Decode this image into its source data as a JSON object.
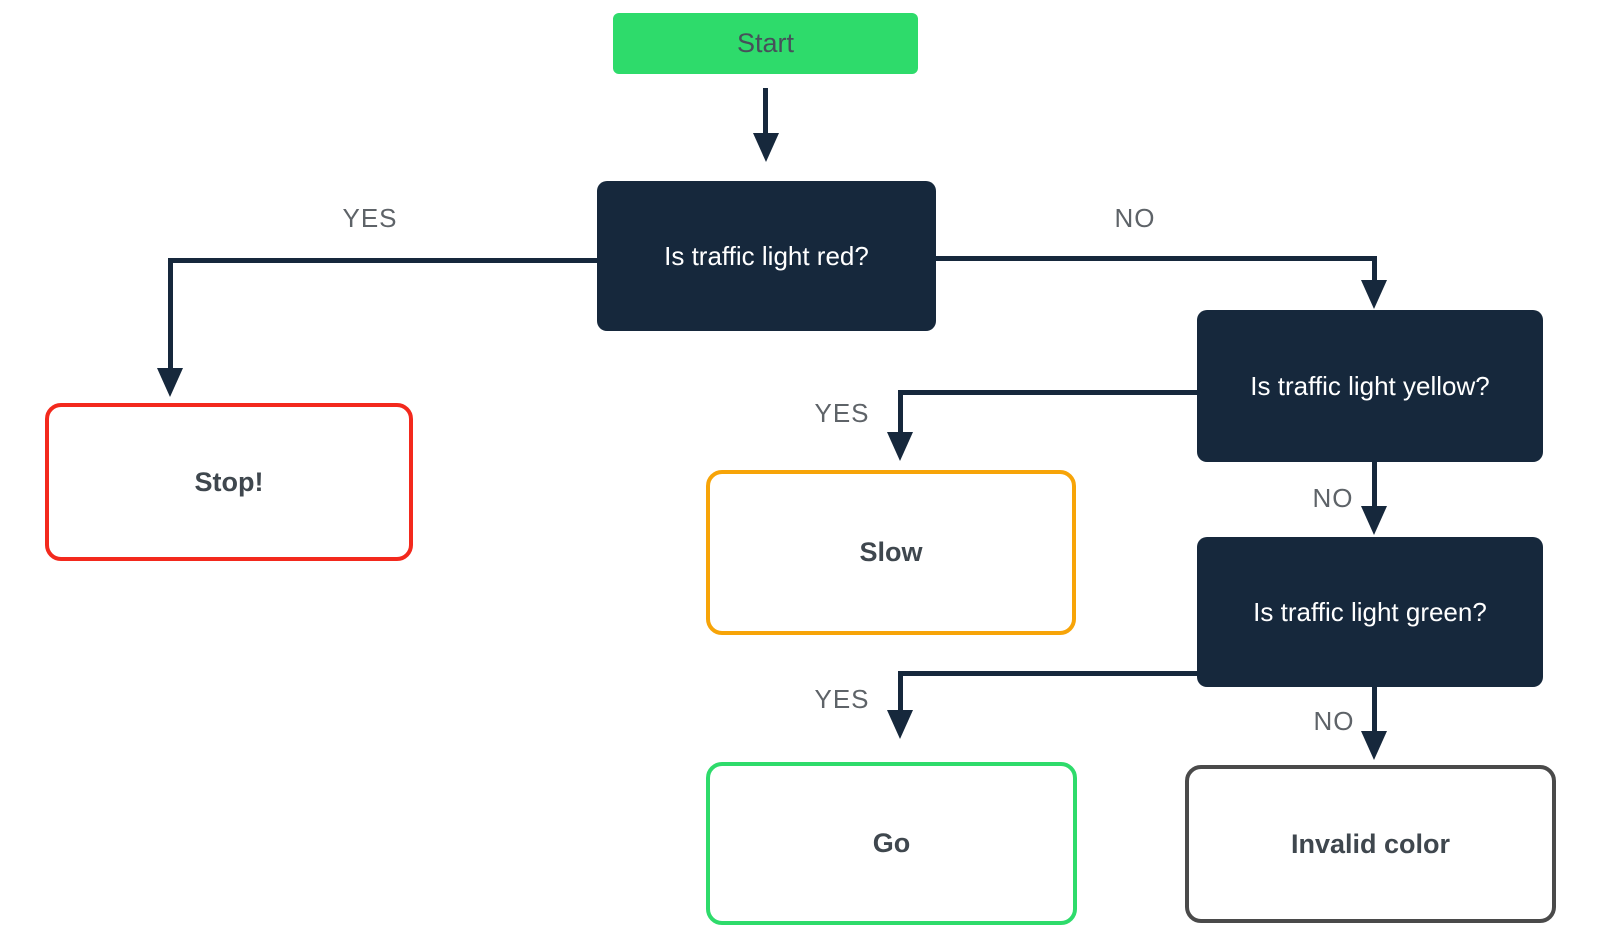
{
  "diagram": {
    "type": "flowchart",
    "background": "#FFFFFF",
    "nodes": {
      "start": {
        "label": "Start",
        "kind": "start",
        "fill": "#2EDB6B",
        "text_color": "#47505A"
      },
      "q_red": {
        "label": "Is traffic light red?",
        "kind": "decision",
        "fill": "#16283C",
        "text_color": "#FFFFFF"
      },
      "q_yellow": {
        "label": "Is traffic light yellow?",
        "kind": "decision",
        "fill": "#16283C",
        "text_color": "#FFFFFF"
      },
      "q_green": {
        "label": "Is traffic light green?",
        "kind": "decision",
        "fill": "#16283C",
        "text_color": "#FFFFFF"
      },
      "stop": {
        "label": "Stop!",
        "kind": "result",
        "border_color": "#F3291D",
        "text_color": "#3F474E"
      },
      "slow": {
        "label": "Slow",
        "kind": "result",
        "border_color": "#F7A408",
        "text_color": "#3F474E"
      },
      "go": {
        "label": "Go",
        "kind": "result",
        "border_color": "#2EDB6B",
        "text_color": "#3F474E"
      },
      "invalid": {
        "label": "Invalid color",
        "kind": "result",
        "border_color": "#4A4A4A",
        "text_color": "#3F474E"
      }
    },
    "edges": {
      "start_to_red": {
        "from": "start",
        "to": "q_red",
        "label": ""
      },
      "red_yes": {
        "from": "q_red",
        "to": "stop",
        "label": "YES"
      },
      "red_no": {
        "from": "q_red",
        "to": "q_yellow",
        "label": "NO"
      },
      "yellow_yes": {
        "from": "q_yellow",
        "to": "slow",
        "label": "YES"
      },
      "yellow_no": {
        "from": "q_yellow",
        "to": "q_green",
        "label": "NO"
      },
      "green_yes": {
        "from": "q_green",
        "to": "go",
        "label": "YES"
      },
      "green_no": {
        "from": "q_green",
        "to": "invalid",
        "label": "NO"
      }
    },
    "colors": {
      "connector": "#16283C",
      "edge_label_text": "#5E6368",
      "result_text": "#3F474E"
    }
  }
}
